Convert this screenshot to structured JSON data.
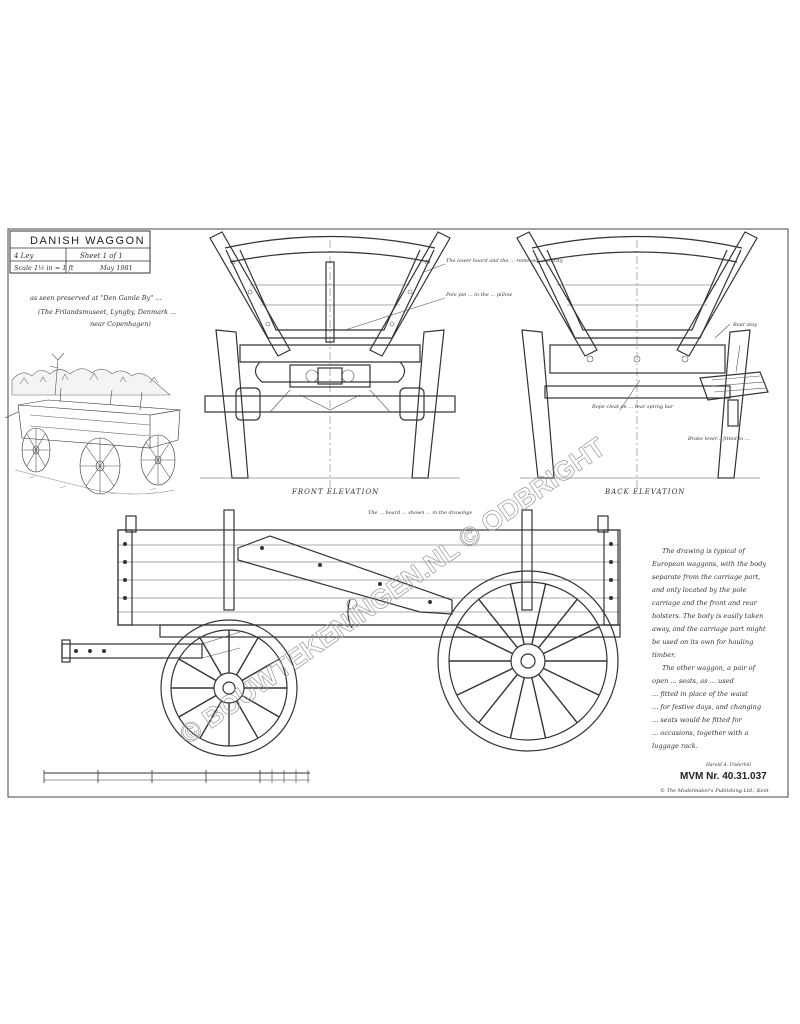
{
  "title_block": {
    "title": "DANISH WAGGON",
    "row2_left": "4 Ley",
    "row2_right": "Sheet 1 of 1",
    "row3_left": "Scale 1½ in = 1 ft",
    "row3_right": "May 1981"
  },
  "sketch_notes": {
    "line1": "as seen preserved at \"Den Gamle By\" ...",
    "line2": "(The Frilandsmuseet, Lyngby, Denmark ...",
    "line3": "near Copenhagen)"
  },
  "views": {
    "front_label": "FRONT ELEVATION",
    "back_label": "BACK ELEVATION"
  },
  "front_notes": {
    "note_a": "The lower board and the ... removed ... clarity",
    "note_b": "Pole pin ... in the ... pillow"
  },
  "back_notes": {
    "note_a": "Rear stay",
    "note_b": "Rope cleat on ... rear spring bar",
    "note_c": "Brake lever... fitted to ..."
  },
  "side_note": "The ... board ... shown ... in the drawings",
  "description": [
    "The drawing is typical of",
    "European waggons, with the body",
    "separate from the carriage part,",
    "and only located by the pole",
    "carriage and the front and rear",
    "bolsters. The body is easily taken",
    "away, and the carriage part might",
    "be used on its own for hauling",
    "timber.",
    "The other waggon, a pair of",
    "open ... seats, as ... used",
    "... fitted in place of the waist",
    "... for festive days, and changing",
    "... seats would be fitted for",
    "... occasions, together with a",
    "luggage rack."
  ],
  "drawing_number_small": "Harold A. Underhill",
  "drawing_number": "MVM Nr. 40.31.037",
  "credit": "© The Modelmaker's Publishing Ltd., Kent",
  "watermark": "© BOUWTEKENINGEN.NL © ODBRIGHT"
}
